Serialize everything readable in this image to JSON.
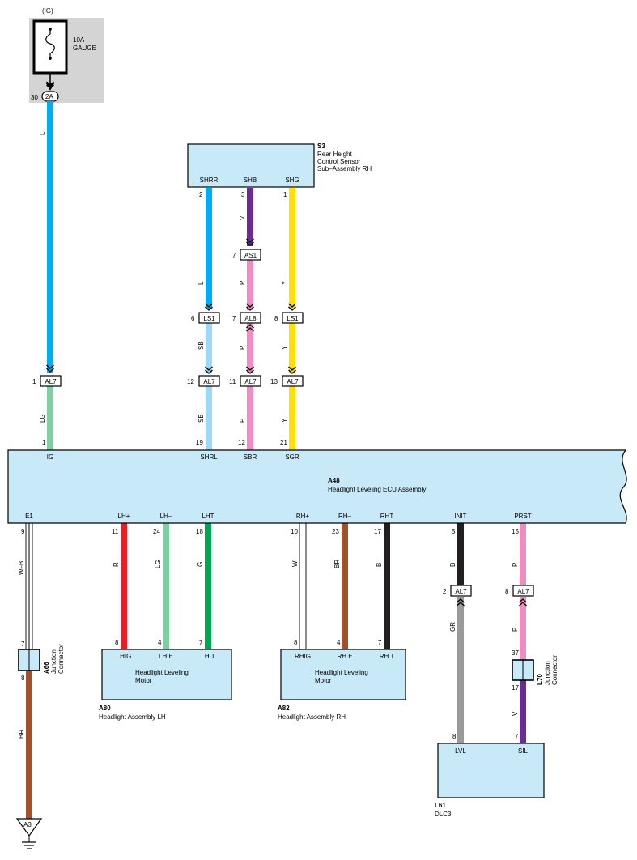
{
  "colors": {
    "L": "#00aeef",
    "LG": "#7fcfa0",
    "SB": "#9dd8f4",
    "V": "#6a2c91",
    "P": "#f08cbf",
    "Y": "#ffe100",
    "R": "#ed1c24",
    "G": "#00a651",
    "BR": "#a0522d",
    "B": "#231f20",
    "GR": "#9a9a9a",
    "W": "#ffffff",
    "box_fill": "#c8e9f7",
    "fuse_bg": "#d4d4d4"
  },
  "fuse": {
    "ig_label": "(IG)",
    "rating": "10A",
    "name": "GAUGE",
    "pin": "30",
    "connector": "2A",
    "wire": "L"
  },
  "s3": {
    "code": "S3",
    "name_lines": [
      "Rear Height",
      "Control Sensor",
      "Sub–Assembly RH"
    ],
    "terminals": [
      {
        "name": "SHRR",
        "pin": "2"
      },
      {
        "name": "SHB",
        "pin": "3"
      },
      {
        "name": "SHG",
        "pin": "1"
      }
    ]
  },
  "connectors": {
    "as1": {
      "pin": "7",
      "name": "AS1"
    },
    "ls1_left": {
      "pin": "6",
      "name": "LS1"
    },
    "al8": {
      "pin": "7",
      "name": "AL8"
    },
    "ls1_right": {
      "pin": "8",
      "name": "LS1"
    },
    "al7_ig": {
      "pin": "1",
      "name": "AL7"
    },
    "al7_sb": {
      "pin": "12",
      "name": "AL7"
    },
    "al7_p": {
      "pin": "11",
      "name": "AL7"
    },
    "al7_y": {
      "pin": "13",
      "name": "AL7"
    },
    "al7_init": {
      "pin": "2",
      "name": "AL7"
    },
    "al7_prst": {
      "pin": "8",
      "name": "AL7"
    }
  },
  "wire_labels": {
    "fuse_out": "L",
    "ig_lower": "LG",
    "shrr_upper": "L",
    "shrr_mid": "SB",
    "shrr_lower": "SB",
    "shb_upper": "V",
    "shb_mid1": "P",
    "shb_mid2": "P",
    "shb_lower": "P",
    "shg_upper": "Y",
    "shg_mid": "Y",
    "shg_lower": "Y",
    "e1": "W–B",
    "e1_lower": "BR",
    "lhp": "R",
    "lhe": "LG",
    "lht": "G",
    "rhp": "W",
    "rhe": "BR",
    "rht": "B",
    "init_upper": "B",
    "init_lower": "GR",
    "prst_upper": "P",
    "prst_mid": "P",
    "prst_lower": "V"
  },
  "ecu": {
    "code": "A48",
    "name": "Headlight Leveling ECU Assembly",
    "top_terminals": [
      {
        "name": "IG",
        "pin": "1"
      },
      {
        "name": "SHRL",
        "pin": "19"
      },
      {
        "name": "SBR",
        "pin": "12"
      },
      {
        "name": "SGR",
        "pin": "21"
      }
    ],
    "bottom_terminals": [
      {
        "name": "E1",
        "pin": "9"
      },
      {
        "name": "LH+",
        "pin": "11"
      },
      {
        "name": "LH–",
        "pin": "24"
      },
      {
        "name": "LHT",
        "pin": "18"
      },
      {
        "name": "RH+",
        "pin": "10"
      },
      {
        "name": "RH–",
        "pin": "23"
      },
      {
        "name": "RHT",
        "pin": "17"
      },
      {
        "name": "INIT",
        "pin": "5"
      },
      {
        "name": "PRST",
        "pin": "15"
      }
    ]
  },
  "a80": {
    "code": "A80",
    "assembly": "Headlight Assembly LH",
    "motor_lines": [
      "Headlight Leveling",
      "Motor"
    ],
    "terminals": [
      {
        "name": "LHIG",
        "pin": "8"
      },
      {
        "name": "LH E",
        "pin": "4"
      },
      {
        "name": "LH T",
        "pin": "7"
      }
    ]
  },
  "a82": {
    "code": "A82",
    "assembly": "Headlight Assembly RH",
    "motor_lines": [
      "Headlight Leveling",
      "Motor"
    ],
    "terminals": [
      {
        "name": "RHIG",
        "pin": "8"
      },
      {
        "name": "RH E",
        "pin": "4"
      },
      {
        "name": "RH T",
        "pin": "7"
      }
    ]
  },
  "a66": {
    "code": "A66",
    "label_lines": [
      "Junction",
      "Connector"
    ],
    "pin_top": "7",
    "pin_bottom": "8"
  },
  "l70": {
    "code": "L70",
    "label_lines": [
      "Junction",
      "Connector"
    ],
    "pin_top": "37",
    "pin_bottom": "17"
  },
  "l61": {
    "code": "L61",
    "name": "DLC3",
    "terminals": [
      {
        "name": "LVL",
        "pin": "8"
      },
      {
        "name": "SIL",
        "pin": "7"
      }
    ]
  },
  "ground": {
    "name": "A3"
  }
}
